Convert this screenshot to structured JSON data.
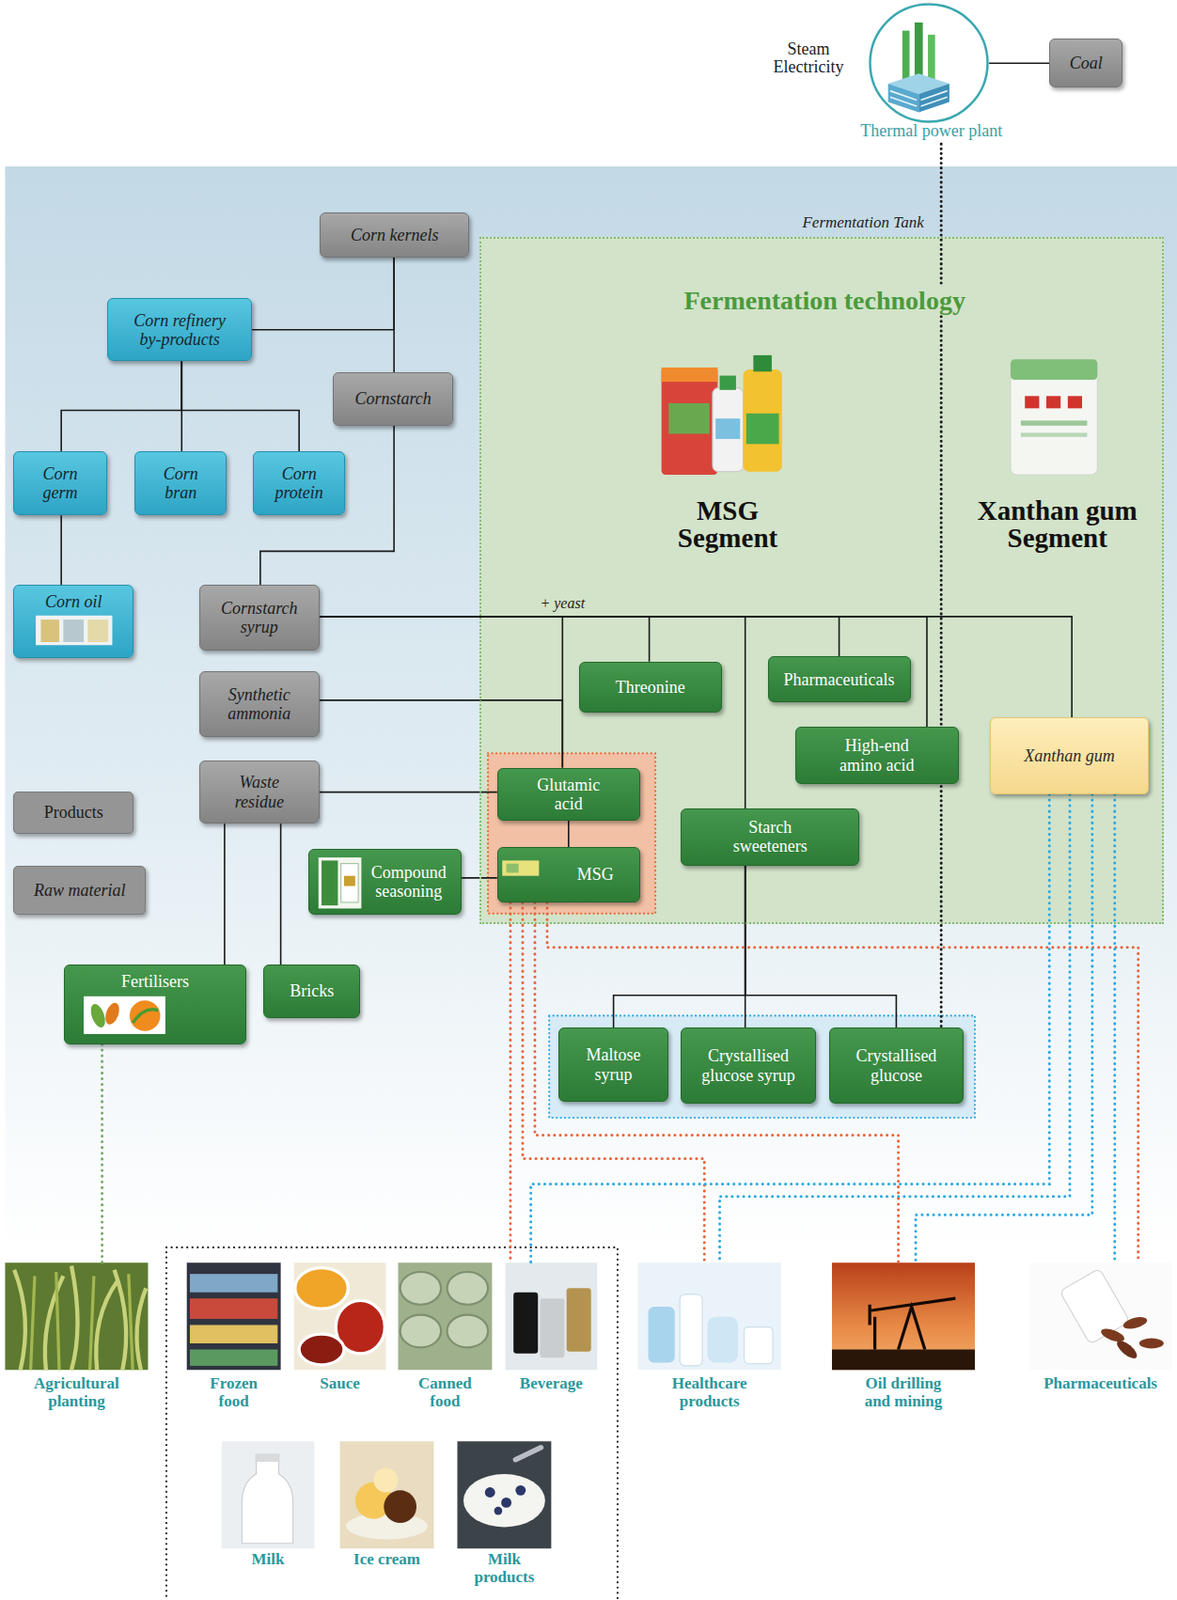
{
  "diagram": {
    "nodes": [
      {
        "text": [
          "Coal"
        ]
      },
      {
        "text": [
          "Thermal power plant"
        ]
      },
      {
        "text": [
          "Corn kernels"
        ]
      },
      {
        "text": [
          "Fermentation Tank",
          "Fermentation technology",
          "MSG Segment",
          "Xanthan gum Segment"
        ]
      },
      {
        "text": [
          "Corn refinery by-products"
        ]
      },
      {
        "text": [
          "Cornstarch"
        ]
      },
      {
        "text": [
          "Corn germ"
        ]
      },
      {
        "text": [
          "Corn bran"
        ]
      },
      {
        "text": [
          "Corn protein"
        ]
      },
      {
        "text": [
          "Corn oil"
        ]
      },
      {
        "text": [
          "Cornstarch syrup"
        ]
      },
      {
        "text": [
          "Threonine"
        ],
        "in": 3
      },
      {
        "text": [
          "Pharmaceuticals"
        ],
        "in": 3
      },
      {
        "text": [
          "Synthetic ammonia"
        ]
      },
      {
        "text": [
          "High-end amino acid"
        ],
        "in": 3
      },
      {
        "text": [
          "Xanthan gum"
        ],
        "in": 3
      },
      {
        "text": [
          "Waste residue"
        ]
      },
      {
        "text": [
          "Glutamic acid"
        ],
        "in": 3
      },
      {
        "text": [
          "Starch sweeteners"
        ],
        "in": 3
      },
      {
        "text": [
          "MSG"
        ],
        "in": 3
      },
      {
        "text": [
          "Compound seasoning"
        ]
      },
      {
        "text": [
          "Fertilisers"
        ]
      },
      {
        "text": [
          "Bricks"
        ]
      },
      {
        "text": [
          "Maltose syrup"
        ]
      },
      {
        "text": [
          "Crystallised glucose syrup"
        ]
      },
      {
        "text": [
          "Crystallised glucose"
        ]
      },
      {
        "text": [
          "Agricultural planting"
        ]
      },
      {
        "text": [
          "Frozen food"
        ]
      },
      {
        "text": [
          "Sauce"
        ]
      },
      {
        "text": [
          "Canned food"
        ]
      },
      {
        "text": [
          "Beverage"
        ]
      },
      {
        "text": [
          "Healthcare products"
        ]
      },
      {
        "text": [
          "Oil drilling and mining"
        ]
      },
      {
        "text": [
          "Pharmaceuticals"
        ]
      },
      {
        "text": [
          "Milk"
        ]
      },
      {
        "text": [
          "Ice cream"
        ]
      },
      {
        "text": [
          "Milk products"
        ]
      }
    ],
    "edges": [
      {
        "from": 0,
        "to": 1,
        "arrow": "none"
      },
      {
        "from": 1,
        "to": 25,
        "arrow": "none"
      },
      {
        "from": 2,
        "to": 4,
        "arrow": "none"
      },
      {
        "from": 2,
        "to": 5,
        "arrow": "none"
      },
      {
        "from": 4,
        "to": 6,
        "arrow": "none"
      },
      {
        "from": 4,
        "to": 7,
        "arrow": "none"
      },
      {
        "from": 4,
        "to": 8,
        "arrow": "none"
      },
      {
        "from": 6,
        "to": 9,
        "arrow": "none"
      },
      {
        "from": 5,
        "to": 10,
        "arrow": "none"
      },
      {
        "from": 10,
        "to": 17,
        "label": "+ yeast",
        "arrow": "none"
      },
      {
        "from": 10,
        "to": 11,
        "arrow": "none"
      },
      {
        "from": 10,
        "to": 18,
        "arrow": "none"
      },
      {
        "from": 10,
        "to": 12,
        "arrow": "none"
      },
      {
        "from": 10,
        "to": 14,
        "arrow": "none"
      },
      {
        "from": 10,
        "to": 15,
        "arrow": "none"
      },
      {
        "from": 13,
        "to": 17,
        "arrow": "none"
      },
      {
        "from": 17,
        "to": 19,
        "arrow": "none"
      },
      {
        "from": 16,
        "to": 17,
        "arrow": "none"
      },
      {
        "from": 16,
        "to": 21,
        "arrow": "none"
      },
      {
        "from": 16,
        "to": 22,
        "arrow": "none"
      },
      {
        "from": 20,
        "to": 19,
        "arrow": "none"
      },
      {
        "from": 18,
        "to": 23,
        "arrow": "none"
      },
      {
        "from": 18,
        "to": 24,
        "arrow": "none"
      },
      {
        "from": 18,
        "to": 25,
        "arrow": "none"
      },
      {
        "from": 21,
        "to": 26,
        "arrow": "none"
      },
      {
        "from": 19,
        "to": 30,
        "arrow": "none"
      },
      {
        "from": 19,
        "to": 31,
        "arrow": "none"
      },
      {
        "from": 19,
        "to": 32,
        "arrow": "none"
      },
      {
        "from": 19,
        "to": 33,
        "arrow": "none"
      },
      {
        "from": 15,
        "to": 30,
        "arrow": "none"
      },
      {
        "from": 15,
        "to": 31,
        "arrow": "none"
      },
      {
        "from": 15,
        "to": 32,
        "arrow": "none"
      },
      {
        "from": 15,
        "to": 33,
        "arrow": "none"
      }
    ],
    "labels": [
      "Steam Electricity"
    ],
    "legend": [
      {
        "text": "Products",
        "color": "#959595"
      },
      {
        "text": "Raw material",
        "color": "#959595"
      }
    ]
  }
}
